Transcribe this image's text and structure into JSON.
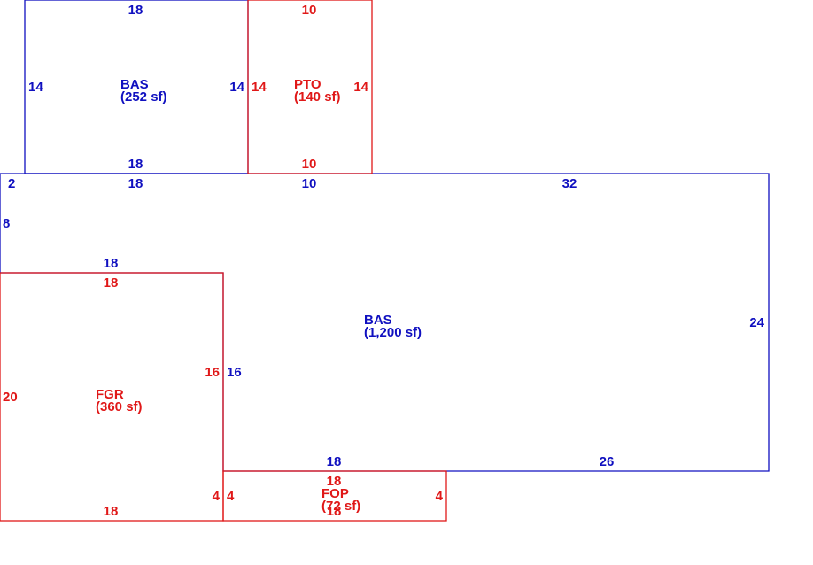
{
  "colors": {
    "blue": "#1010c0",
    "red": "#e01818",
    "background": "#ffffff"
  },
  "areas": {
    "bas_upper": {
      "name": "BAS",
      "size": "(252 sf)"
    },
    "pto": {
      "name": "PTO",
      "size": "(140 sf)"
    },
    "bas_main": {
      "name": "BAS",
      "size": "(1,200 sf)"
    },
    "fgr": {
      "name": "FGR",
      "size": "(360 sf)"
    },
    "fop": {
      "name": "FOP",
      "size": "(72 sf)"
    }
  },
  "dims": {
    "bas_upper_top": "18",
    "bas_upper_left": "14",
    "bas_upper_right": "14",
    "bas_upper_bottom": "18",
    "pto_top": "10",
    "pto_left": "14",
    "pto_right": "14",
    "pto_bottom": "10",
    "main_top_a": "2",
    "main_top_b": "18",
    "main_top_c": "10",
    "main_top_d": "32",
    "main_left": "8",
    "main_step": "18",
    "main_right": "24",
    "main_inner_left": "16",
    "main_bottom_a": "18",
    "main_bottom_b": "26",
    "fgr_top": "18",
    "fgr_left": "20",
    "fgr_right_upper": "16",
    "fgr_right_lower": "4",
    "fgr_bottom": "18",
    "fop_top": "18",
    "fop_left": "4",
    "fop_right": "4",
    "fop_bottom": "18"
  }
}
